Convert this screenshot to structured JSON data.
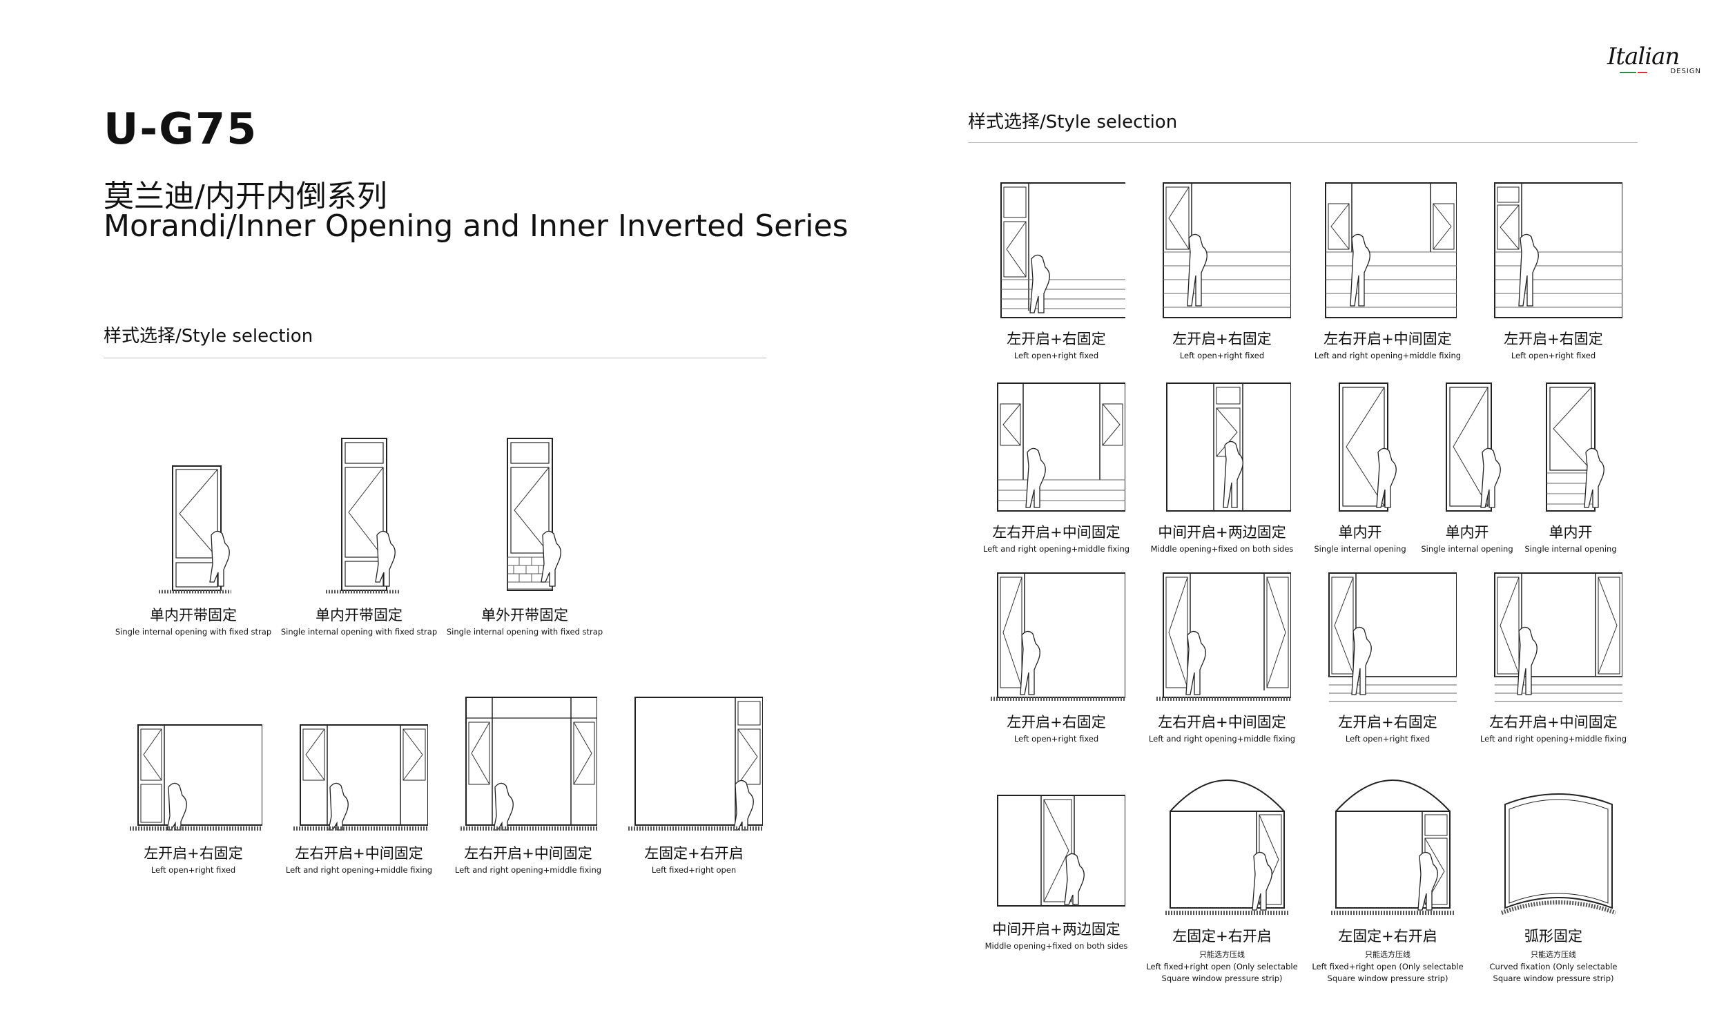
{
  "header": {
    "code": "U-G75",
    "title_cn": "莫兰迪/内开内倒系列",
    "title_en": "Morandi/Inner Opening and Inner Inverted Series",
    "logo_script": "Italian",
    "logo_sub": "DESIGN"
  },
  "left": {
    "section_label": "样式选择/Style selection",
    "items": [
      {
        "cn": "单内开带固定",
        "en": "Single internal opening with fixed strap"
      },
      {
        "cn": "单内开带固定",
        "en": "Single internal opening with fixed strap"
      },
      {
        "cn": "单外开带固定",
        "en": "Single internal opening with fixed strap"
      },
      {
        "cn": "左开启+右固定",
        "en": "Left open+right fixed"
      },
      {
        "cn": "左右开启+中间固定",
        "en": "Left and right opening+middle fixing"
      },
      {
        "cn": "左右开启+中间固定",
        "en": "Left and right opening+middle fixing"
      },
      {
        "cn": "左固定+右开启",
        "en": "Left fixed+right open"
      }
    ]
  },
  "right": {
    "section_label": "样式选择/Style selection",
    "items": [
      {
        "cn": "左开启+右固定",
        "en": "Left open+right fixed"
      },
      {
        "cn": "左开启+右固定",
        "en": "Left open+right fixed"
      },
      {
        "cn": "左右开启+中间固定",
        "en": "Left and right opening+middle fixing"
      },
      {
        "cn": "左开启+右固定",
        "en": "Left open+right fixed"
      },
      {
        "cn": "左右开启+中间固定",
        "en": "Left and right opening+middle fixing"
      },
      {
        "cn": "中间开启+两边固定",
        "en": "Middle opening+fixed on both sides"
      },
      {
        "cn": "单内开",
        "en": "Single internal opening"
      },
      {
        "cn": "单内开",
        "en": "Single internal opening"
      },
      {
        "cn": "单内开",
        "en": "Single internal opening"
      },
      {
        "cn": "左开启+右固定",
        "en": "Left open+right fixed"
      },
      {
        "cn": "左右开启+中间固定",
        "en": "Left and right opening+middle fixing"
      },
      {
        "cn": "左开启+右固定",
        "en": "Left open+right fixed"
      },
      {
        "cn": "左右开启+中间固定",
        "en": "Left and right opening+middle fixing"
      },
      {
        "cn": "中间开启+两边固定",
        "en": "Middle opening+fixed on both sides"
      },
      {
        "cn": "左固定+右开启",
        "note": "只能选方压线",
        "en": "Left fixed+right open (Only selectable",
        "en2": "Square window pressure strip)"
      },
      {
        "cn": "左固定+右开启",
        "note": "只能选方压线",
        "en": "Left fixed+right open (Only selectable",
        "en2": "Square window pressure strip)"
      },
      {
        "cn": "弧形固定",
        "note": "只能选方压线",
        "en": "Curved fixation (Only selectable",
        "en2": "Square window pressure strip)"
      }
    ]
  }
}
